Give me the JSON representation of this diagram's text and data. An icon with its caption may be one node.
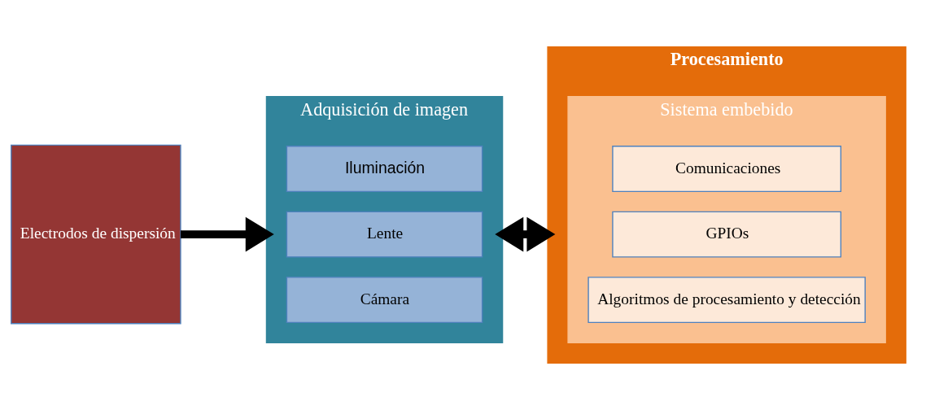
{
  "diagram": {
    "nodes": [
      {
        "text": [
          "Electrodos de dispersión"
        ]
      },
      {
        "text": [
          "Adquisición de imagen"
        ]
      },
      {
        "text": [
          "Iluminación"
        ],
        "in": 1
      },
      {
        "text": [
          "Lente"
        ],
        "in": 1
      },
      {
        "text": [
          "Cámara"
        ],
        "in": 1
      },
      {
        "text": [
          "Procesamiento"
        ]
      },
      {
        "text": [
          "Sistema embebido"
        ],
        "in": 5
      },
      {
        "text": [
          "Comunicaciones"
        ],
        "in": 6
      },
      {
        "text": [
          "GPIOs"
        ],
        "in": 6
      },
      {
        "text": [
          "Algoritmos de procesamiento y detección"
        ],
        "in": 6
      }
    ],
    "edges": [
      {
        "from": 0,
        "to": 1,
        "arrow": "to"
      },
      {
        "from": 1,
        "to": 5,
        "arrow": "both"
      }
    ]
  }
}
